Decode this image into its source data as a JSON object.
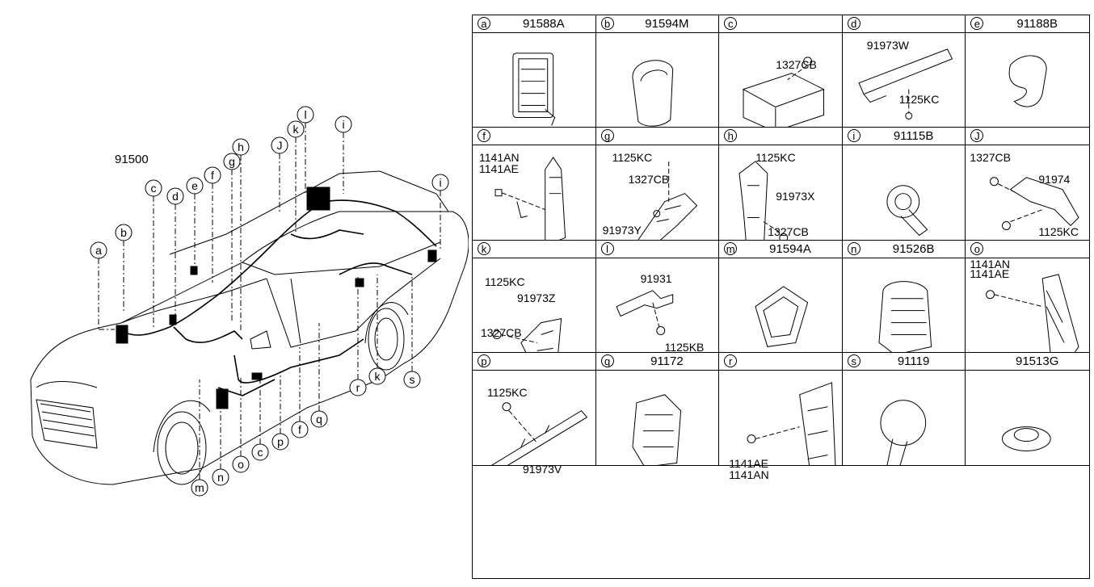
{
  "main_part_number": "91500",
  "callouts": [
    "a",
    "b",
    "c",
    "d",
    "e",
    "f",
    "g",
    "h",
    "J",
    "k",
    "l",
    "i",
    "i",
    "m",
    "n",
    "o",
    "c",
    "p",
    "f",
    "q",
    "r",
    "k",
    "s"
  ],
  "cells": [
    {
      "letter": "a",
      "part": "91588A",
      "labels": []
    },
    {
      "letter": "b",
      "part": "91594M",
      "labels": []
    },
    {
      "letter": "c",
      "part": "",
      "labels": [
        "1327CB"
      ]
    },
    {
      "letter": "d",
      "part": "",
      "labels": [
        "91973W",
        "1125KC"
      ]
    },
    {
      "letter": "e",
      "part": "91188B",
      "labels": []
    },
    {
      "letter": "f",
      "part": "",
      "labels": [
        "1141AN",
        "1141AE"
      ]
    },
    {
      "letter": "g",
      "part": "",
      "labels": [
        "1125KC",
        "1327CB",
        "91973Y"
      ]
    },
    {
      "letter": "h",
      "part": "",
      "labels": [
        "1125KC",
        "91973X",
        "1327CB"
      ]
    },
    {
      "letter": "i",
      "part": "91115B",
      "labels": []
    },
    {
      "letter": "J",
      "part": "",
      "labels": [
        "1327CB",
        "91974",
        "1125KC"
      ]
    },
    {
      "letter": "k",
      "part": "",
      "labels": [
        "1125KC",
        "91973Z",
        "1327CB"
      ]
    },
    {
      "letter": "l",
      "part": "",
      "labels": [
        "91931",
        "1125KB"
      ]
    },
    {
      "letter": "m",
      "part": "91594A",
      "labels": []
    },
    {
      "letter": "n",
      "part": "91526B",
      "labels": []
    },
    {
      "letter": "o",
      "part": "",
      "labels": [
        "1141AN",
        "1141AE"
      ]
    },
    {
      "letter": "p",
      "part": "",
      "labels": [
        "1125KC",
        "91973V"
      ]
    },
    {
      "letter": "q",
      "part": "91172",
      "labels": []
    },
    {
      "letter": "r",
      "part": "",
      "labels": [
        "1141AE",
        "1141AN"
      ]
    },
    {
      "letter": "s",
      "part": "91119",
      "labels": []
    },
    {
      "letter": "",
      "part": "91513G",
      "labels": []
    }
  ]
}
